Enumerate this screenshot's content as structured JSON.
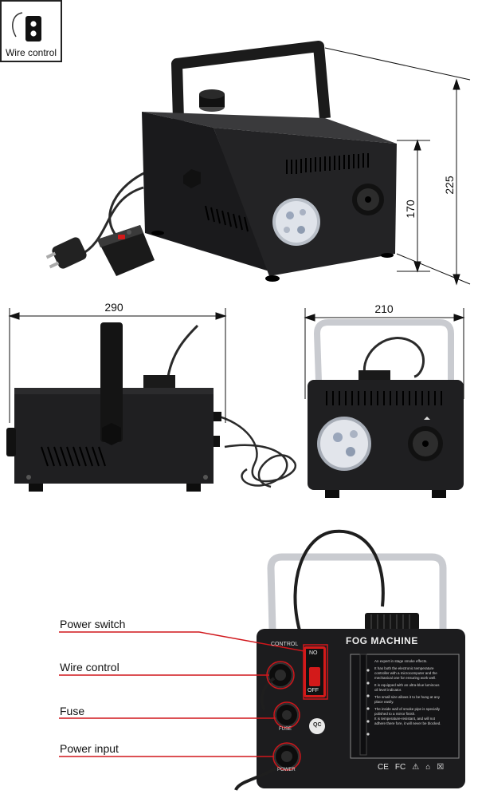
{
  "badge": {
    "label": "Wire control",
    "icon": "wire-control-remote-icon"
  },
  "dimensions": {
    "height_total": "225",
    "height_body": "170",
    "length": "290",
    "width": "210"
  },
  "back_panel": {
    "brand_title": "FOG MACHINE",
    "control_label": "CONTROL",
    "switch_on": "NO",
    "switch_off": "OFF",
    "fuse_label": "FUSE",
    "power_label": "POWER",
    "qc_label": "QC",
    "info_lines": [
      "An expert in stage smoke effects.",
      "It has both the electronic temperature",
      "controller with a microcomputer and the",
      "mechanical one for ensuring work well.",
      "It is equipped with an ultra-blue luminous",
      "oil level indicator.",
      "The small size allows it to be hung at any",
      "place easily.",
      "The inside wall of smoke pipe is specially",
      "polished to a mirror finish.",
      "It is temperature-resistant, and will not",
      "adhere there fore, it will never be blocked."
    ],
    "cert_marks": [
      "CE",
      "FC",
      "⚠",
      "⌂",
      "☒"
    ]
  },
  "callouts": [
    {
      "label": "Power switch"
    },
    {
      "label": "Wire control"
    },
    {
      "label": "Fuse"
    },
    {
      "label": "Power input"
    }
  ],
  "colors": {
    "body": "#1c1c1e",
    "body_light": "#2c2c2f",
    "handle_silver": "#c9cbd0",
    "callout_red": "#d0161b",
    "switch_red": "#d31a1a",
    "dim_line": "#111111"
  }
}
